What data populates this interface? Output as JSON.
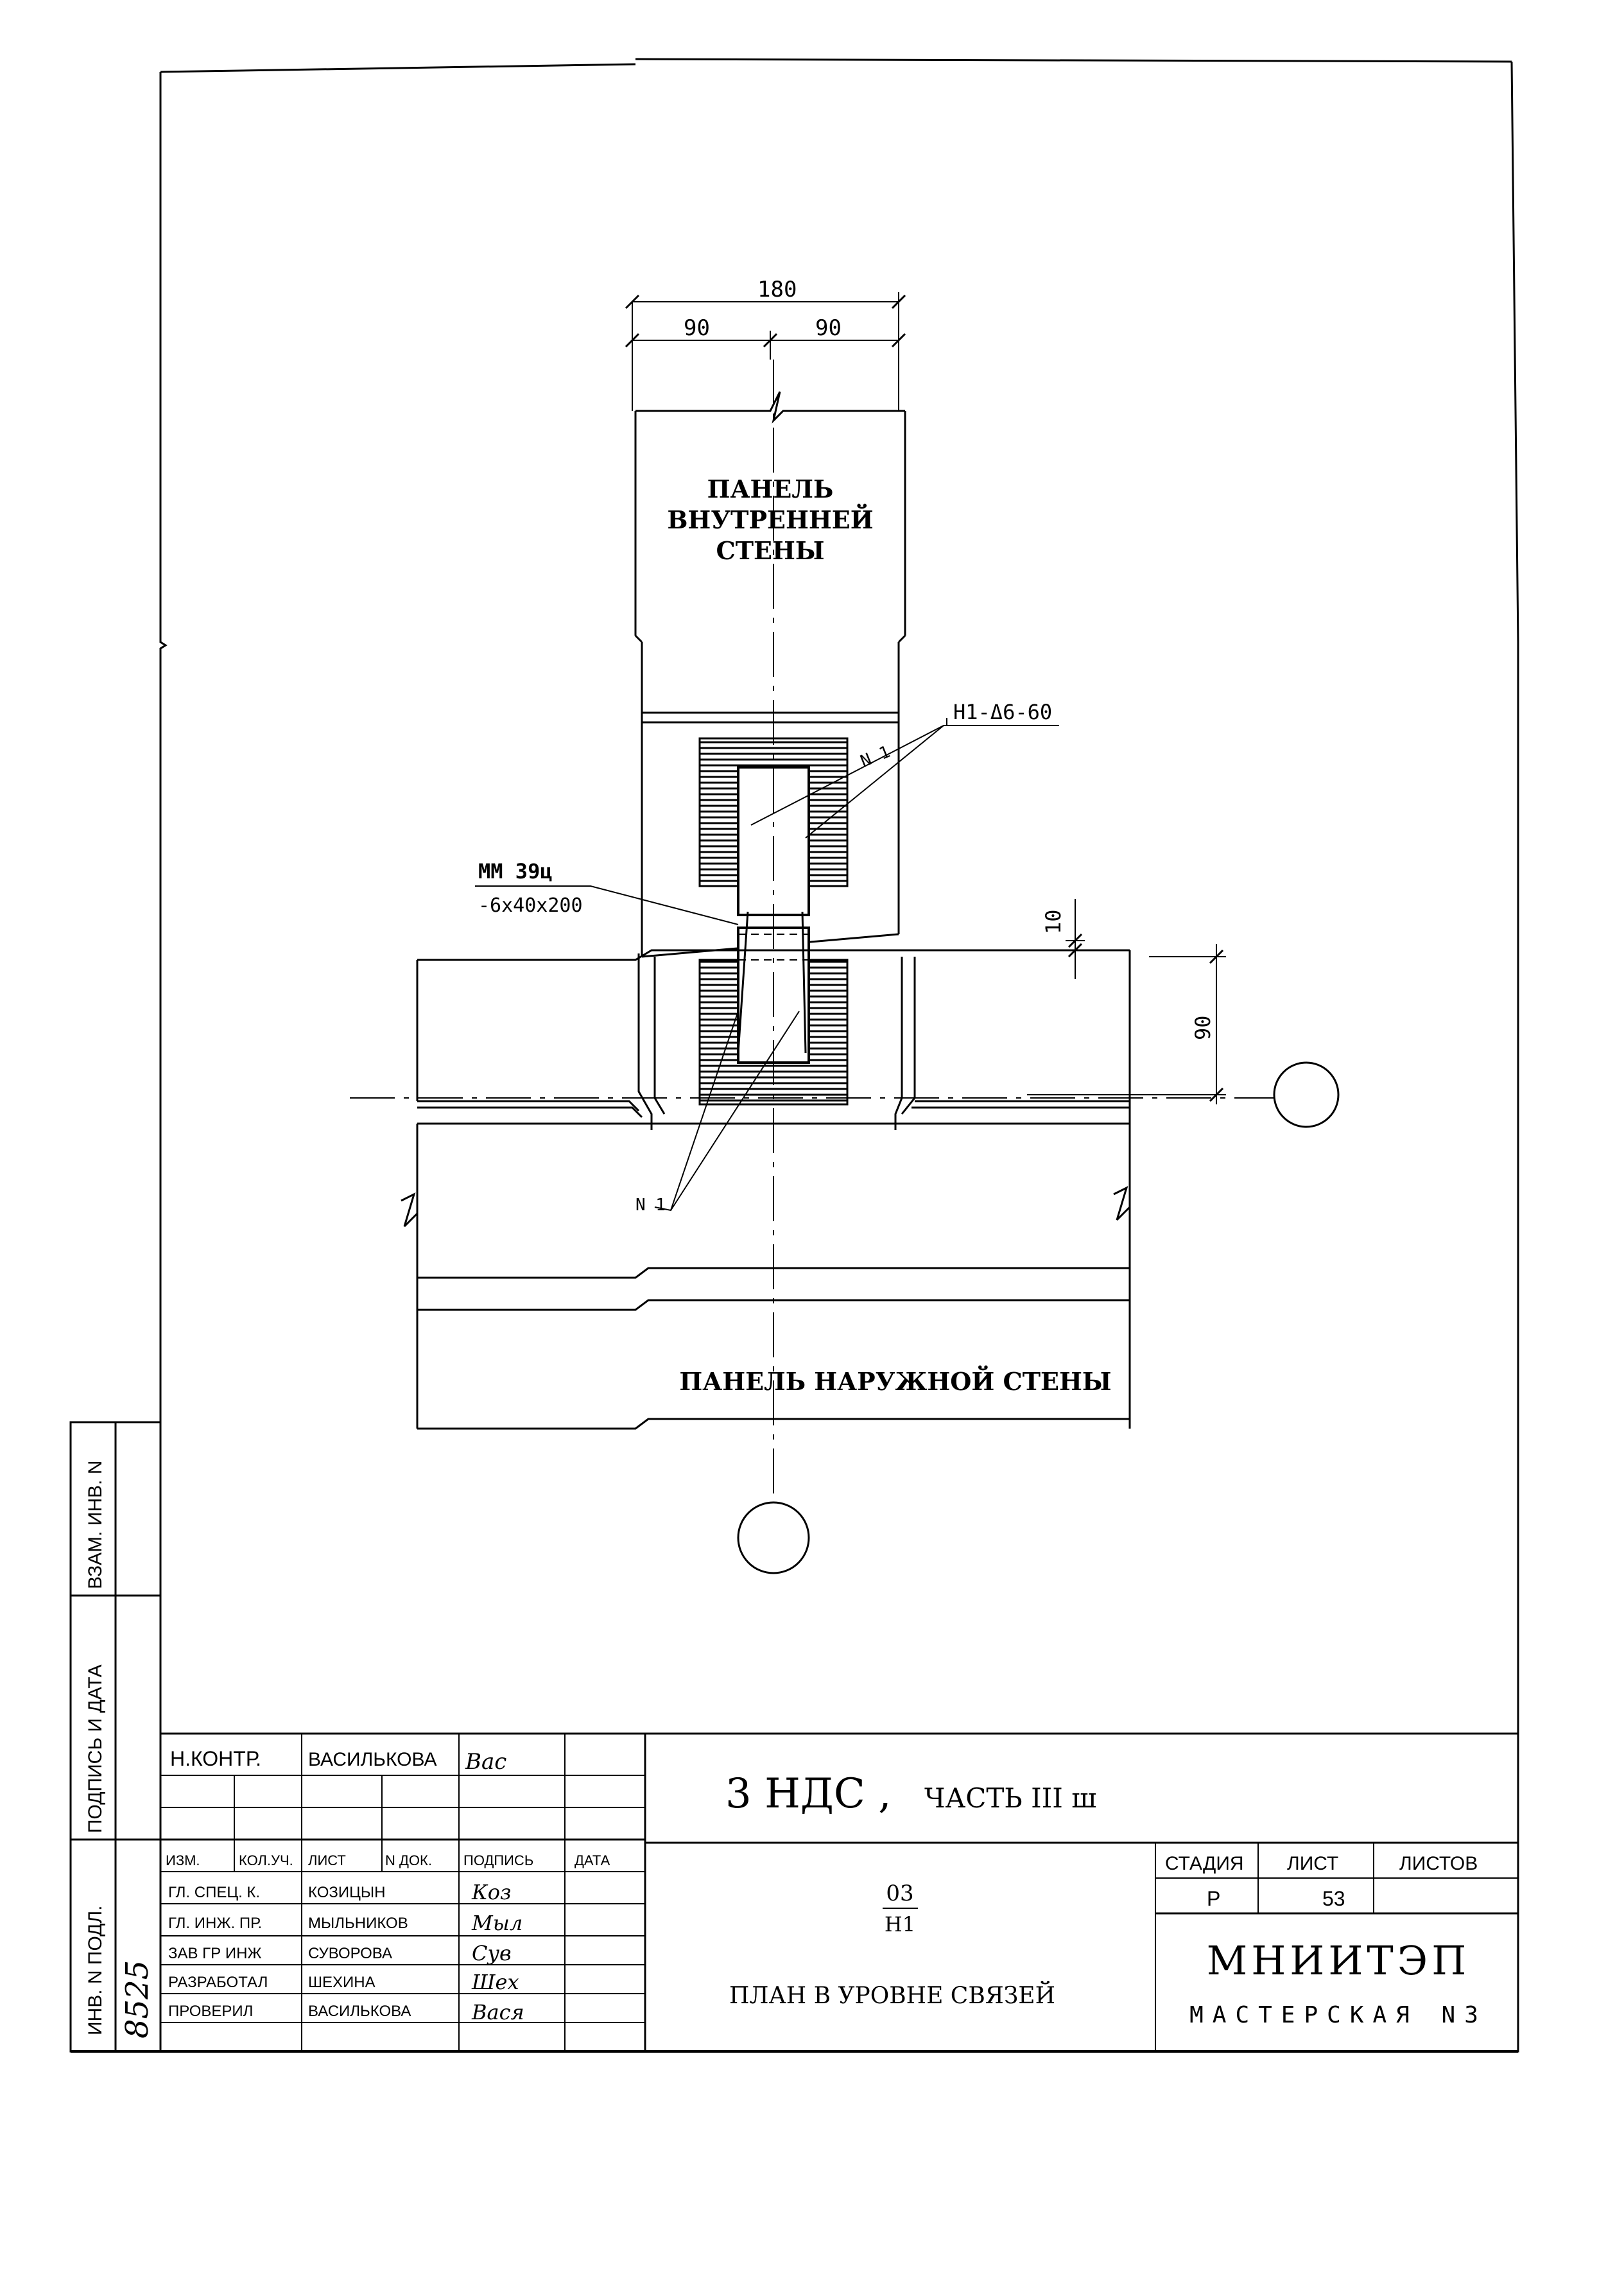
{
  "dimensions": {
    "total": "180",
    "left": "90",
    "right": "90",
    "gap": "10",
    "offset": "90"
  },
  "labels": {
    "inner_panel": [
      "ПАНЕЛЬ",
      "ВНУТРЕННЕЙ",
      "СТЕНЫ"
    ],
    "outer_panel": "ПАНЕЛЬ НАРУЖНОЙ СТЕНЫ",
    "weld_spec": "Н1-Δ6-60",
    "node_mark_upper": "N 1",
    "node_mark_lower": "N 1",
    "bracket_mark": "ММ 39ц",
    "bracket_size": "-6х40х200"
  },
  "side_stamp": {
    "vzam": "ВЗАМ. ИНВ. N",
    "podpis": "ПОДПИСЬ И ДАТА",
    "inv_podl": "ИНВ. N ПОДЛ.",
    "inv_number": "8525"
  },
  "title_block": {
    "rows": [
      {
        "role": "Н.КОНТР.",
        "name": "ВАСИЛЬКОВА",
        "sign": "Вас"
      },
      {
        "role": "",
        "name": "",
        "sign": ""
      },
      {
        "role": "ГЛ. СПЕЦ. К.",
        "name": "КОЗИЦЫН",
        "sign": "Коз"
      },
      {
        "role": "ГЛ. ИНЖ. ПР.",
        "name": "МЫЛЬНИКОВ",
        "sign": "Мыл"
      },
      {
        "role": "ЗАВ ГР ИНЖ",
        "name": "СУВОРОВА",
        "sign": "Сув"
      },
      {
        "role": "РАЗРАБОТАЛ",
        "name": "ШЕХИНА",
        "sign": "Шех"
      },
      {
        "role": "ПРОВЕРИЛ",
        "name": "ВАСИЛЬКОВА",
        "sign": "Вася"
      }
    ],
    "headers": {
      "izm": "ИЗМ.",
      "kol": "КОЛ.УЧ.",
      "list": "ЛИСТ",
      "ndok": "N ДОК.",
      "podpis": "ПОДПИСЬ",
      "data": "ДАТА"
    },
    "project": "3 НДС ,",
    "part": "ЧАСТЬ III ш",
    "code_top": "03",
    "code_bottom": "Н1",
    "sheet_title": "ПЛАН В УРОВНЕ СВЯЗЕЙ",
    "stage_label": "СТАДИЯ",
    "sheet_label": "ЛИСТ",
    "sheets_label": "ЛИСТОВ",
    "stage_value": "Р",
    "sheet_value": "53",
    "sheets_value": "",
    "org": "МНИИТЭП",
    "workshop": "МАСТЕРСКАЯ N3"
  }
}
